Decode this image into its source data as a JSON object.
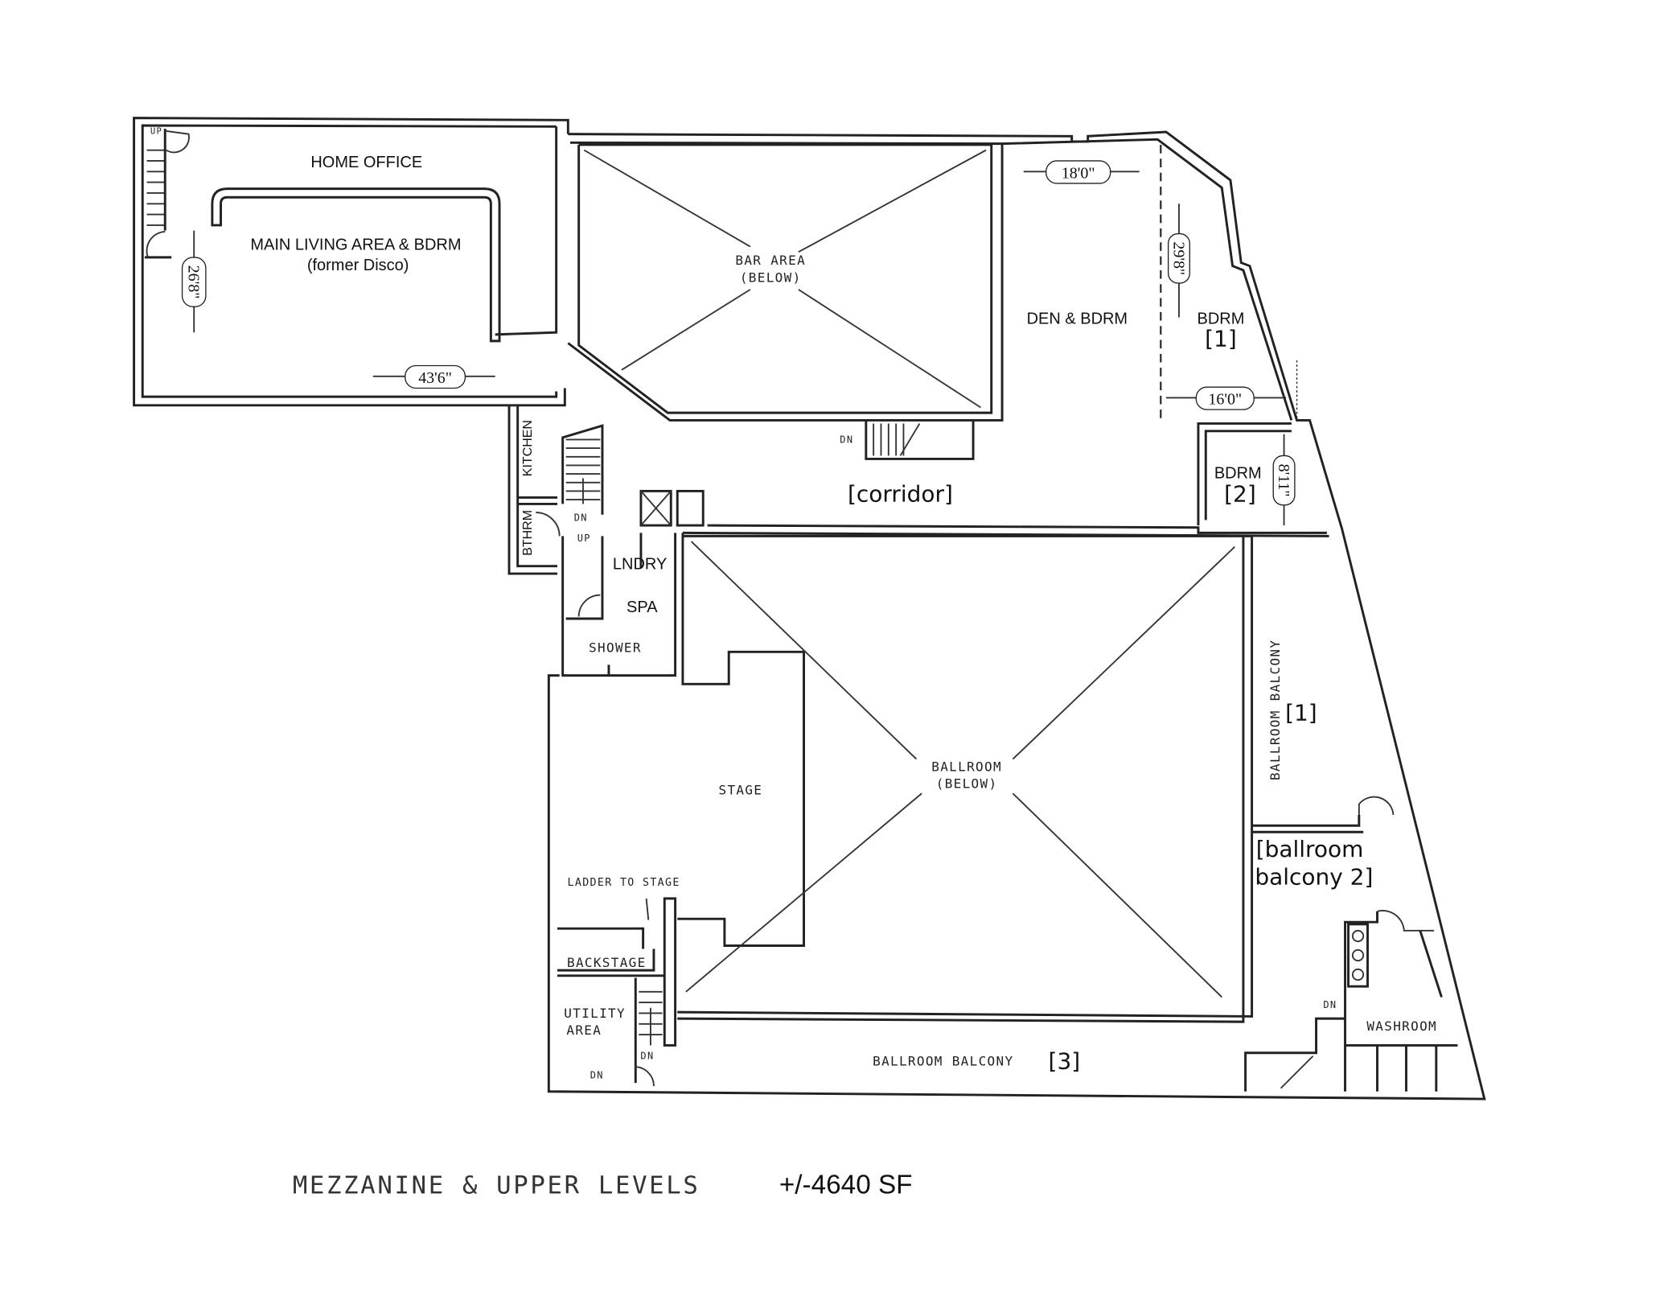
{
  "title": {
    "main": "MEZZANINE & UPPER LEVELS",
    "area": "+/-4640 SF"
  },
  "rooms": {
    "home_office": "HOME OFFICE",
    "main_living": "MAIN LIVING AREA & BDRM",
    "main_living_note": "(former Disco)",
    "bar_area": "BAR AREA",
    "bar_below": "(BELOW)",
    "den": "DEN & BDRM",
    "bdrm1": "BDRM",
    "bdrm1_tag": "[1]",
    "bdrm2": "BDRM",
    "bdrm2_tag": "[2]",
    "corridor": "[corridor]",
    "kitchen": "KITCHEN",
    "bathroom": "BTHRM",
    "laundry": "LNDRY",
    "spa": "SPA",
    "shower": "SHOWER",
    "stage": "STAGE",
    "ballroom": "BALLROOM",
    "ballroom_below": "(BELOW)",
    "balcony1": "BALLROOM BALCONY",
    "balcony1_tag": "[1]",
    "balcony2_a": "[ballroom",
    "balcony2_b": "balcony 2]",
    "balcony3": "BALLROOM BALCONY",
    "balcony3_tag": "[3]",
    "ladder": "LADDER TO STAGE",
    "backstage": "BACKSTAGE",
    "utility_a": "UTILITY",
    "utility_b": "AREA",
    "washroom": "WASHROOM"
  },
  "stairs": {
    "up_office": "UP",
    "dn_bar": "DN",
    "dn_kitchen": "DN",
    "up_bath": "UP",
    "dn_util1": "DN",
    "dn_util2": "DN",
    "dn_wash": "DN"
  },
  "dimensions": {
    "living_height": "26'8\"",
    "living_width": "43'6\"",
    "den_width": "18'0\"",
    "bdrm1_height": "29'8\"",
    "bdrm1_width": "16'0\"",
    "bdrm2_height": "8'11\""
  }
}
